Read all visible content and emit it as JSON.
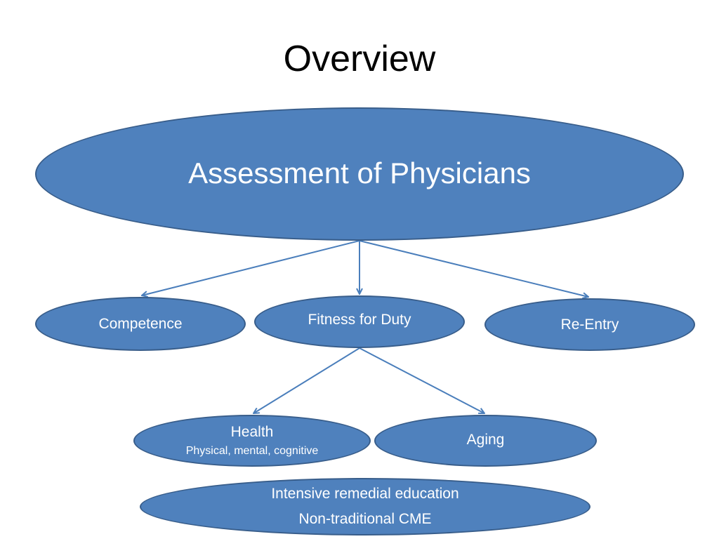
{
  "slide": {
    "title": "Overview"
  },
  "colors": {
    "node_fill": "#4f81bd",
    "node_border": "#385d8a",
    "connector": "#4a7ebb",
    "text_on_node": "#ffffff",
    "title_text": "#000000"
  },
  "diagram": {
    "root": {
      "label": "Assessment of Physicians"
    },
    "level1": [
      {
        "label": "Competence"
      },
      {
        "label": "Fitness for Duty"
      },
      {
        "label": "Re-Entry"
      }
    ],
    "fitness_children": [
      {
        "label": "Health",
        "sublabel": "Physical, mental, cognitive"
      },
      {
        "label": "Aging"
      }
    ],
    "remedial": {
      "line1": "Intensive remedial education",
      "line2": "Non-traditional CME"
    },
    "edges": [
      {
        "from": "Assessment of Physicians",
        "to": "Competence"
      },
      {
        "from": "Assessment of Physicians",
        "to": "Fitness for Duty"
      },
      {
        "from": "Assessment of Physicians",
        "to": "Re-Entry"
      },
      {
        "from": "Fitness for Duty",
        "to": "Health"
      },
      {
        "from": "Fitness for Duty",
        "to": "Aging"
      }
    ]
  }
}
